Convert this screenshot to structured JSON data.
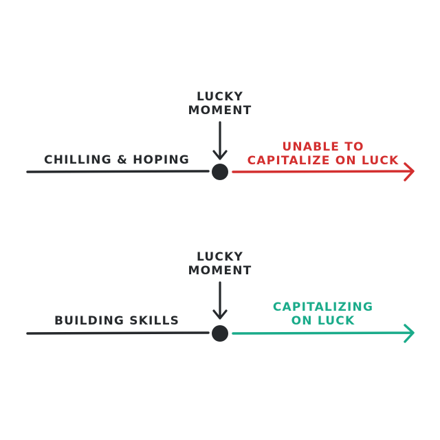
{
  "colors": {
    "ink": "#26292c",
    "negative": "#d32f2f",
    "positive": "#1aab8a",
    "background": "#ffffff"
  },
  "panels": [
    {
      "moment_label": [
        "LUCKY",
        "MOMENT"
      ],
      "before_label": "CHILLING & HOPING",
      "after_label": [
        "UNABLE TO",
        "CAPITALIZE ON LUCK"
      ],
      "outcome": "negative"
    },
    {
      "moment_label": [
        "LUCKY",
        "MOMENT"
      ],
      "before_label": "BUILDING SKILLS",
      "after_label": [
        "CAPITALIZING",
        "ON LUCK"
      ],
      "outcome": "positive"
    }
  ]
}
